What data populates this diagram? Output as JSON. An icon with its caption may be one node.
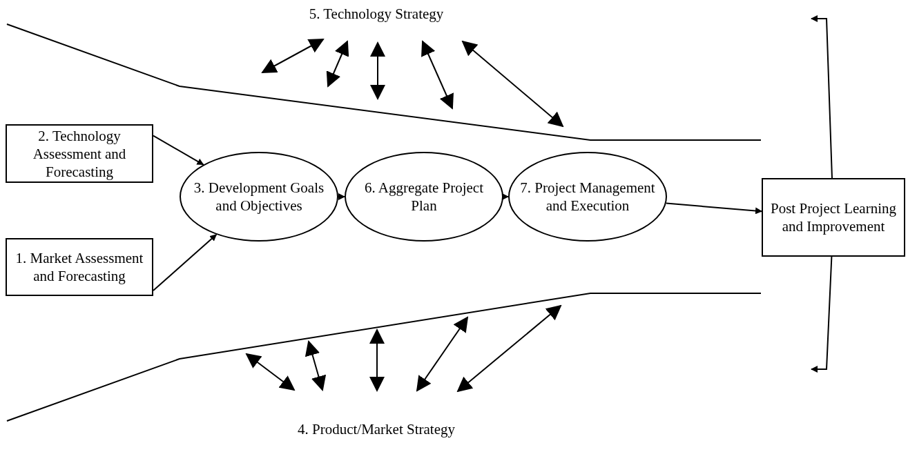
{
  "diagram": {
    "nodes": [
      {
        "text": [
          "5. Technology Strategy"
        ]
      },
      {
        "text": [
          "2. Technology Assessment and Forecasting"
        ]
      },
      {
        "text": [
          "1. Market Assessment and Forecasting"
        ]
      },
      {
        "text": [
          "3. Development Goals and Objectives"
        ]
      },
      {
        "text": [
          "6. Aggregate Project Plan"
        ]
      },
      {
        "text": [
          "7. Project Management and Execution"
        ]
      },
      {
        "text": [
          "Post Project Learning and Improvement"
        ]
      },
      {
        "text": [
          "4. Product/Market Strategy"
        ]
      }
    ],
    "edges": [
      {
        "from": 1,
        "to": 3,
        "arrow": "to"
      },
      {
        "from": 2,
        "to": 3,
        "arrow": "to"
      },
      {
        "from": 3,
        "to": 4,
        "arrow": "to"
      },
      {
        "from": 4,
        "to": 5,
        "arrow": "to"
      },
      {
        "from": 5,
        "to": 6,
        "arrow": "to"
      },
      {
        "from": 6,
        "to": null,
        "arrow": "to"
      },
      {
        "from": 6,
        "to": null,
        "arrow": "to"
      }
    ]
  }
}
